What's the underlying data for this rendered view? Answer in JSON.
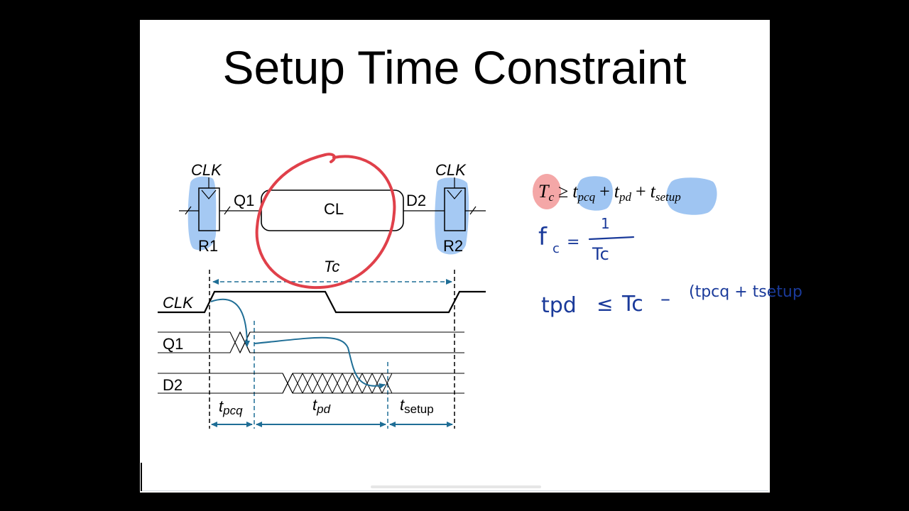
{
  "title": "Setup Time Constraint",
  "diagram": {
    "clk_label_left": "CLK",
    "clk_label_right": "CLK",
    "r1_label": "R1",
    "r2_label": "R2",
    "q1_label": "Q1",
    "d2_label": "D2",
    "cl_label": "CL",
    "tc_label": "Tc",
    "clk_wave_label": "CLK",
    "q1_wave_label": "Q1",
    "d2_wave_label": "D2",
    "tpcq_sub": "pcq",
    "tpd_sub": "pd",
    "tsetup_sub": "setup"
  },
  "equation": {
    "lhs_sym": "T",
    "lhs_sub": "c",
    "op": "≥",
    "t1_sym": "t",
    "t1_sub": "pcq",
    "plus1": "+",
    "t2_sym": "t",
    "t2_sub": "pd",
    "plus2": "+",
    "t3_sym": "t",
    "t3_sub": "setup"
  },
  "handwriting": {
    "fc_f": "f",
    "fc_sub": "c",
    "eq": "=",
    "num": "1",
    "den": "Tc",
    "line2_lhs": "tpd",
    "line2_op": "≤",
    "line2_tc": "Tc",
    "line2_minus": "–",
    "line2_rhs": "(tpcq + tsetup"
  },
  "colors": {
    "annotation_red": "#e0404a",
    "highlight_blue": "#7fb2ee",
    "highlight_red": "#f08a8a",
    "timing_teal": "#1f6e96",
    "ink_blue": "#1a3a9a"
  }
}
